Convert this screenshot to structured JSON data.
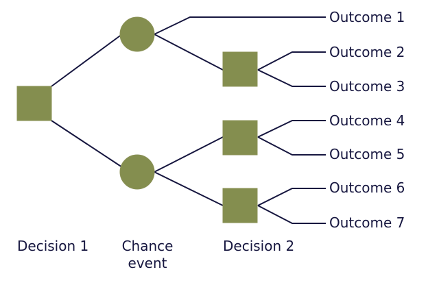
{
  "colors": {
    "node_fill": "#848e4f",
    "node_stroke": "#8a9156",
    "line": "#16163f",
    "text": "#16163f"
  },
  "legend": {
    "decision1": "Decision 1",
    "chance_line1": "Chance",
    "chance_line2": "event",
    "decision2": "Decision 2"
  },
  "outcomes": [
    "Outcome 1",
    "Outcome 2",
    "Outcome 3",
    "Outcome 4",
    "Outcome 5",
    "Outcome 6",
    "Outcome 7"
  ]
}
